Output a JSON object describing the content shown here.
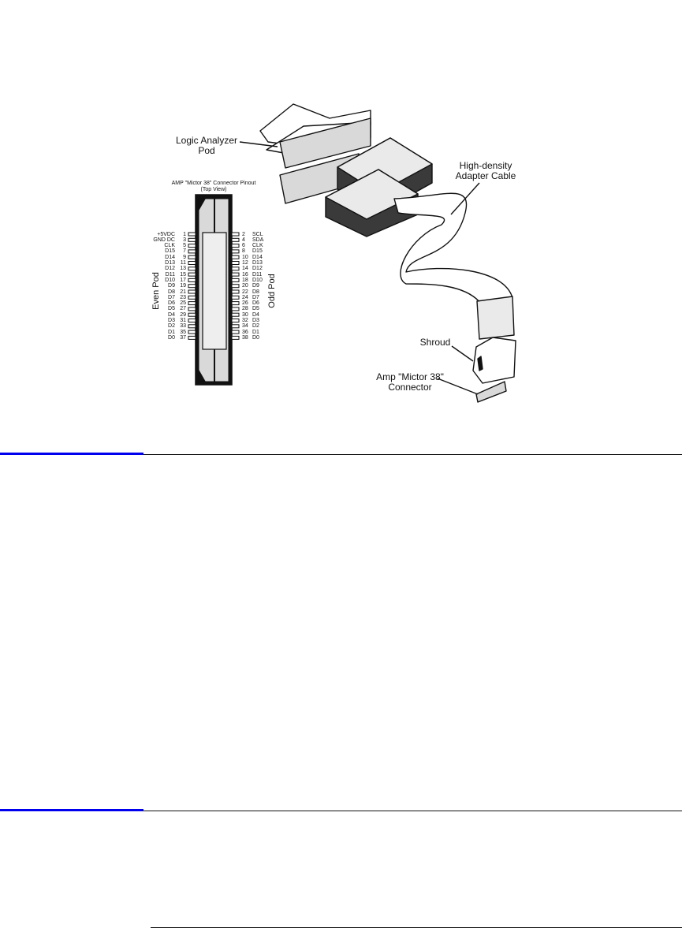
{
  "figure": {
    "callouts": {
      "logic_analyzer_pod": [
        "Logic Analyzer",
        "Pod"
      ],
      "adapter_cable": [
        "High-density",
        "Adapter Cable"
      ],
      "shroud": "Shroud",
      "amp_connector": [
        "Amp \"Mictor 38\"",
        "Connector"
      ]
    },
    "pinout": {
      "title": "AMP \"Mictor 38\" Connector Pinout",
      "subtitle": "(Top View)",
      "left_pod_label": "Even Pod",
      "right_pod_label": "Odd Pod",
      "left_pins": [
        {
          "signal": "+5VDC",
          "num": "1"
        },
        {
          "signal": "GND DC",
          "num": "3"
        },
        {
          "signal": "CLK",
          "num": "5"
        },
        {
          "signal": "D15",
          "num": "7"
        },
        {
          "signal": "D14",
          "num": "9"
        },
        {
          "signal": "D13",
          "num": "11"
        },
        {
          "signal": "D12",
          "num": "13"
        },
        {
          "signal": "D11",
          "num": "15"
        },
        {
          "signal": "D10",
          "num": "17"
        },
        {
          "signal": "D9",
          "num": "19"
        },
        {
          "signal": "D8",
          "num": "21"
        },
        {
          "signal": "D7",
          "num": "23"
        },
        {
          "signal": "D6",
          "num": "25"
        },
        {
          "signal": "D5",
          "num": "27"
        },
        {
          "signal": "D4",
          "num": "29"
        },
        {
          "signal": "D3",
          "num": "31"
        },
        {
          "signal": "D2",
          "num": "33"
        },
        {
          "signal": "D1",
          "num": "35"
        },
        {
          "signal": "D0",
          "num": "37"
        }
      ],
      "right_pins": [
        {
          "num": "2",
          "signal": "SCL"
        },
        {
          "num": "4",
          "signal": "SDA"
        },
        {
          "num": "6",
          "signal": "CLK"
        },
        {
          "num": "8",
          "signal": "D15"
        },
        {
          "num": "10",
          "signal": "D14"
        },
        {
          "num": "12",
          "signal": "D13"
        },
        {
          "num": "14",
          "signal": "D12"
        },
        {
          "num": "16",
          "signal": "D11"
        },
        {
          "num": "18",
          "signal": "D10"
        },
        {
          "num": "20",
          "signal": "D9"
        },
        {
          "num": "22",
          "signal": "D8"
        },
        {
          "num": "24",
          "signal": "D7"
        },
        {
          "num": "26",
          "signal": "D6"
        },
        {
          "num": "28",
          "signal": "D5"
        },
        {
          "num": "30",
          "signal": "D4"
        },
        {
          "num": "32",
          "signal": "D3"
        },
        {
          "num": "34",
          "signal": "D2"
        },
        {
          "num": "36",
          "signal": "D1"
        },
        {
          "num": "38",
          "signal": "D0"
        }
      ]
    }
  }
}
